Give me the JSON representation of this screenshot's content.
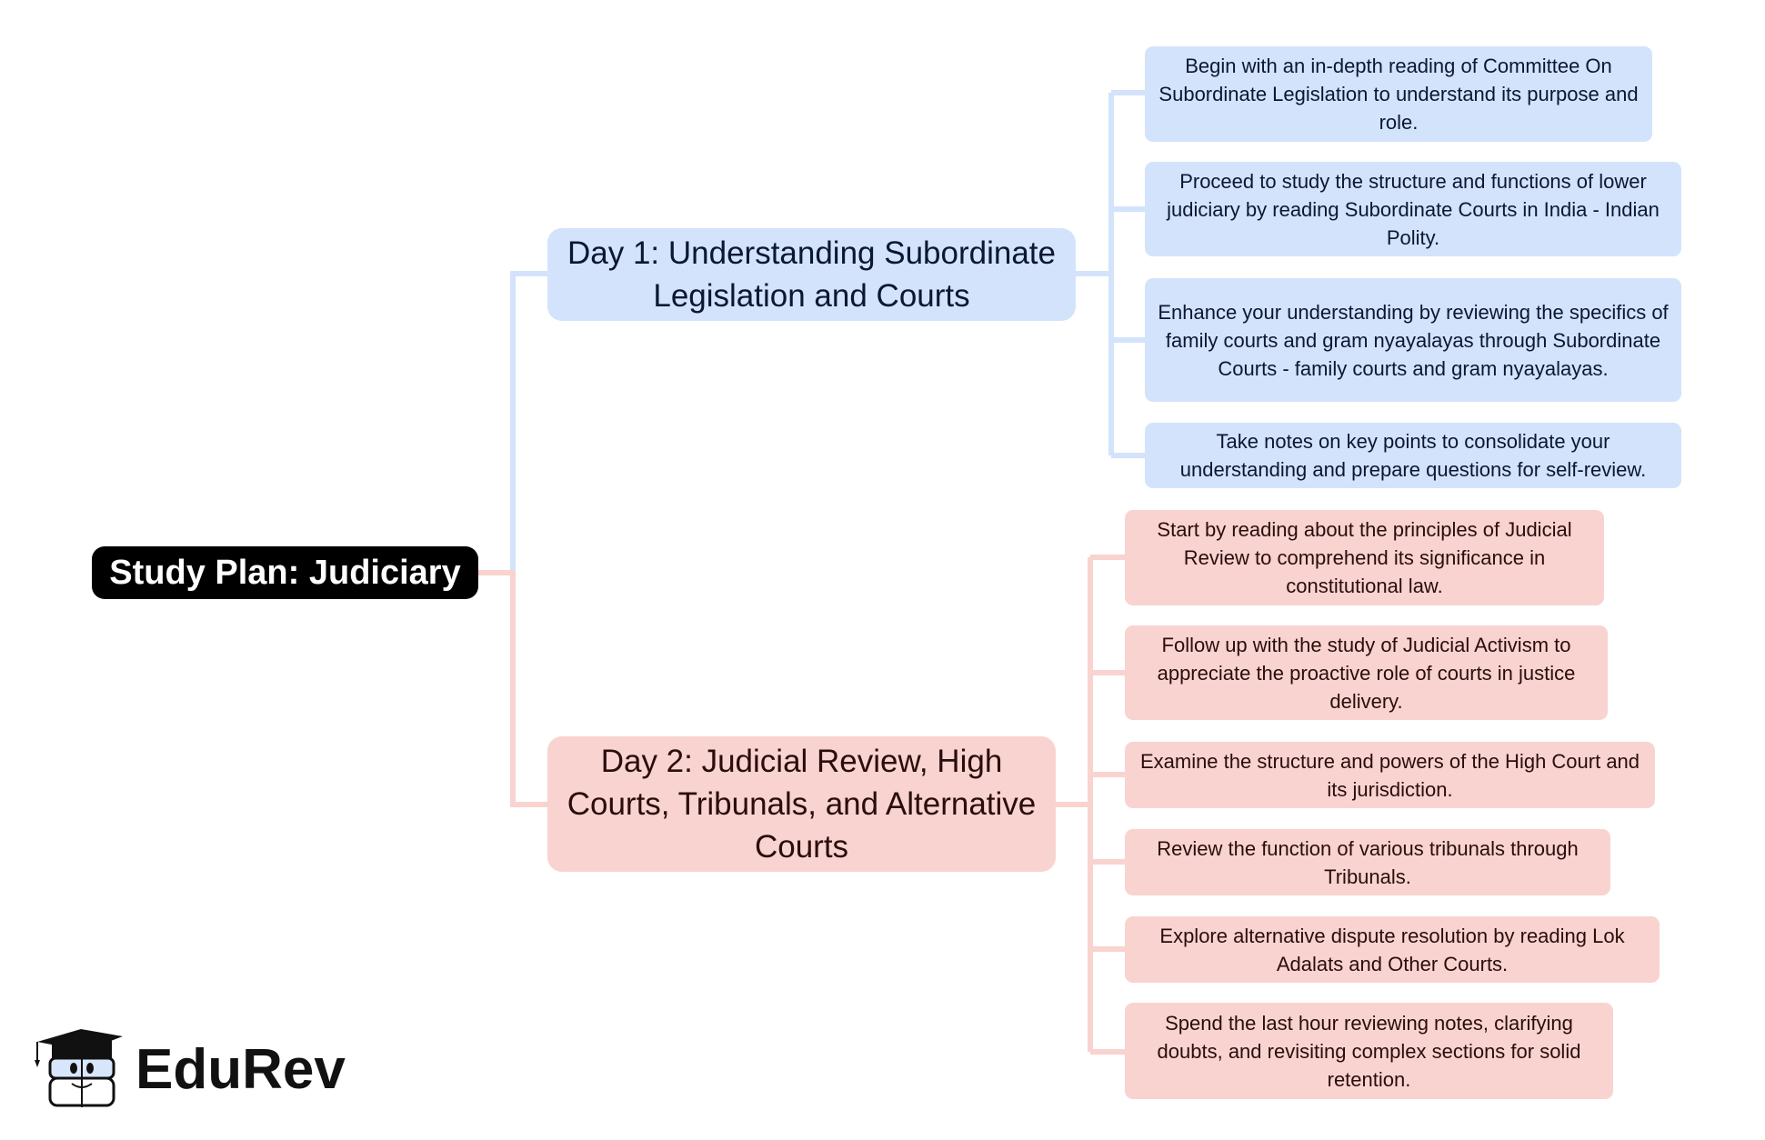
{
  "root": {
    "label": "Study Plan: Judiciary"
  },
  "colors": {
    "day1": "#d3e3fb",
    "day2": "#f9d3cf",
    "root": "#000000"
  },
  "branches": [
    {
      "label": "Day 1: Understanding Subordinate Legislation and Courts",
      "items": [
        "Begin with an in-depth reading of Committee On Subordinate Legislation to understand its purpose and role.",
        "Proceed to study the structure and functions of lower judiciary by reading Subordinate Courts in India - Indian Polity.",
        "Enhance your understanding by reviewing the specifics of family courts and gram nyayalayas through Subordinate Courts - family courts and gram nyayalayas.",
        "Take notes on key points to consolidate your understanding and prepare questions for self-review."
      ]
    },
    {
      "label": "Day 2: Judicial Review, High Courts, Tribunals, and Alternative Courts",
      "items": [
        "Start by reading about the principles of Judicial Review to comprehend its significance in constitutional law.",
        "Follow up with the study of Judicial Activism to appreciate the proactive role of courts in justice delivery.",
        "Examine the structure and powers of the High Court and its jurisdiction.",
        "Review the function of various tribunals through Tribunals.",
        "Explore alternative dispute resolution by reading Lok Adalats and Other Courts.",
        "Spend the last hour reviewing notes, clarifying doubts, and revisiting complex sections for solid retention."
      ]
    }
  ],
  "logo": {
    "text": "EduRev"
  }
}
